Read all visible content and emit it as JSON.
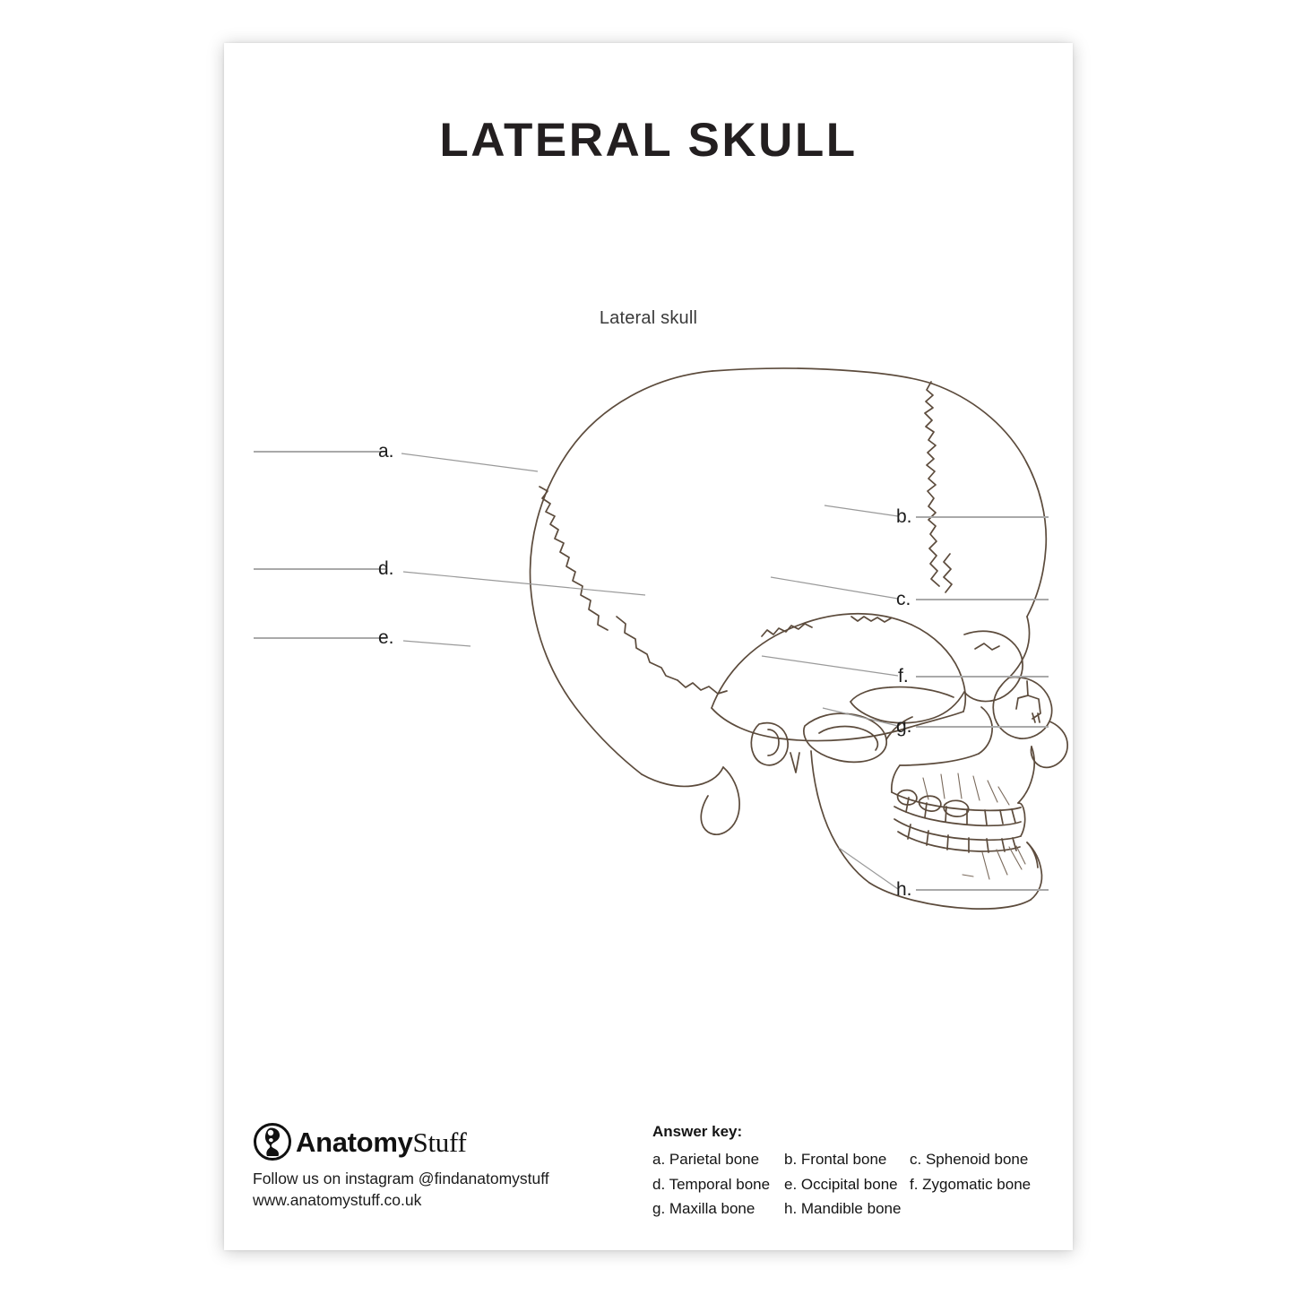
{
  "document": {
    "title": "LATERAL SKULL",
    "figure_caption": "Lateral skull"
  },
  "labels": [
    {
      "id": "a",
      "text": "a.",
      "side": "left"
    },
    {
      "id": "b",
      "text": "b.",
      "side": "right"
    },
    {
      "id": "c",
      "text": "c.",
      "side": "right"
    },
    {
      "id": "d",
      "text": "d.",
      "side": "left"
    },
    {
      "id": "e",
      "text": "e.",
      "side": "left"
    },
    {
      "id": "f",
      "text": "f.",
      "side": "right"
    },
    {
      "id": "g",
      "text": "g.",
      "side": "right"
    },
    {
      "id": "h",
      "text": "h.",
      "side": "right"
    }
  ],
  "answer_key": {
    "heading": "Answer key:",
    "rows": [
      [
        "a. Parietal bone",
        "b. Frontal bone",
        "c. Sphenoid bone"
      ],
      [
        "d. Temporal bone",
        "e. Occipital bone",
        "f. Zygomatic bone"
      ],
      [
        "g. Maxilla bone",
        "h. Mandible bone",
        ""
      ]
    ]
  },
  "brand": {
    "logo_icon": "anatomy-head-circle-icon",
    "name_bold": "Anatomy",
    "name_light": "Stuff",
    "instagram_line": "Follow us on instagram @findanatomystuff",
    "website_line": "www.anatomystuff.co.uk"
  },
  "colors": {
    "ink": "#231f20",
    "line_art": "#5c4b3c",
    "blank_line": "#a9a9a9",
    "leader_line": "#9a9a9a",
    "page": "#ffffff"
  },
  "chart_data": {
    "type": "table",
    "title": "LATERAL SKULL",
    "subtitle": "Lateral skull",
    "categories": [
      "a",
      "b",
      "c",
      "d",
      "e",
      "f",
      "g",
      "h"
    ],
    "values": [
      "Parietal bone",
      "Frontal bone",
      "Sphenoid bone",
      "Temporal bone",
      "Occipital bone",
      "Zygomatic bone",
      "Maxilla bone",
      "Mandible bone"
    ]
  }
}
